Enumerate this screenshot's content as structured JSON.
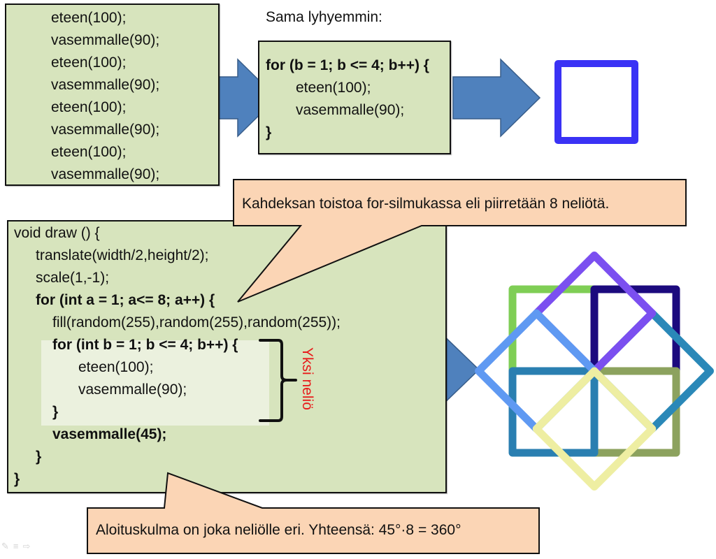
{
  "top_left_code": {
    "lines": [
      "eteen(100);",
      "vasemmalle(90);",
      "eteen(100);",
      "vasemmalle(90);",
      "eteen(100);",
      "vasemmalle(90);",
      "eteen(100);",
      "vasemmalle(90);"
    ]
  },
  "short_version": {
    "caption": "Sama lyhyemmin:",
    "lines": [
      "for (b = 1; b <= 4; b++) {",
      "eteen(100);",
      "vasemmalle(90);",
      "}"
    ]
  },
  "draw_code": {
    "lines": [
      "void draw () {",
      "translate(width/2,height/2);",
      "scale(1,-1);",
      "for (int a = 1; a<= 8; a++) {",
      "fill(random(255),random(255),random(255));",
      "for (int b = 1; b <= 4; b++) {",
      "eteen(100);",
      "vasemmalle(90);",
      "}",
      "vasemmalle(45);",
      "}",
      "}"
    ],
    "bracket_label": "Yksi neliö"
  },
  "callouts": {
    "loop_count": "Kahdeksan toistoa for-silmukassa eli piirretään 8 neliötä.",
    "start_angle": "Aloituskulma on joka neliölle eri. Yhteensä: 45°·8 = 360°"
  },
  "colors": {
    "code_box": "#d7e4bd",
    "code_highlight": "#ebf1de",
    "callout": "#fbd5b5",
    "arrow": "#4f81bd",
    "single_square": "#3a32f5",
    "label_red": "#e81c1c"
  },
  "figure": {
    "single_square_color": "#3a32f5",
    "rotation_step_deg": 45,
    "square_count": 8,
    "squares": [
      {
        "angle_deg": 0,
        "color": "#1c0a7e"
      },
      {
        "angle_deg": 45,
        "color": "#7b4ff0"
      },
      {
        "angle_deg": 90,
        "color": "#7fce55"
      },
      {
        "angle_deg": 135,
        "color": "#5f99f2"
      },
      {
        "angle_deg": 180,
        "color": "#2a7fb1"
      },
      {
        "angle_deg": 225,
        "color": "#eeeea2"
      },
      {
        "angle_deg": 270,
        "color": "#8ca25e"
      },
      {
        "angle_deg": 315,
        "color": "#2a88b8"
      }
    ]
  },
  "slide_nav": {
    "icons": [
      "pen-icon",
      "menu-icon",
      "next-arrow-icon"
    ]
  }
}
